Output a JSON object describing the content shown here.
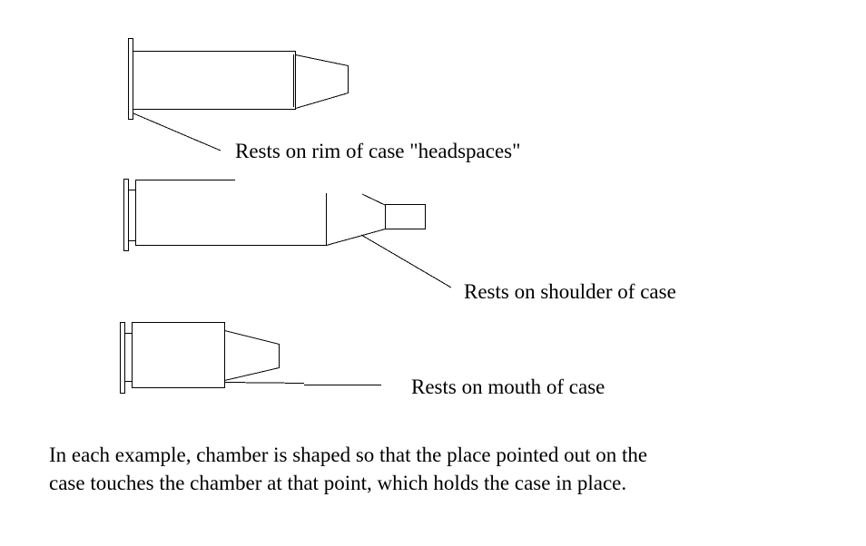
{
  "labels": {
    "rim": "Rests on rim of case \"headspaces\"",
    "shoulder": "Rests on shoulder of case",
    "mouth": "Rests on mouth of case"
  },
  "caption": {
    "line1": "In each example, chamber is shaped so that the place pointed out on the",
    "line2": "case touches the chamber at that point, which holds the case in place."
  },
  "colors": {
    "background": "#ffffff",
    "ink": "#000000"
  }
}
